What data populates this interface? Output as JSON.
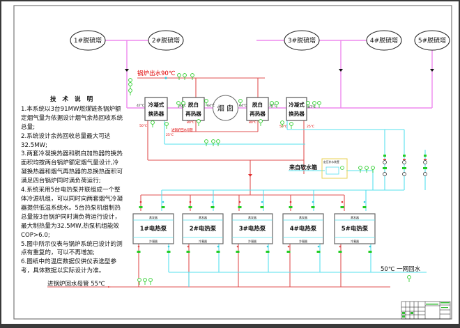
{
  "towers": [
    "1#脱硫塔",
    "2#脱硫塔",
    "3#脱硫塔",
    "4#脱硫塔",
    "5#脱硫塔"
  ],
  "boiler_supply_label": "锅炉出水90℃",
  "boiler_return_label": "进锅炉回水母管  55℃",
  "return_small_label": "进锅炉回水母管",
  "chimney_label": "烟  囱",
  "condensing_exchanger": "冷凝式|换热器",
  "reheater": "脱白|再热器",
  "soft_water_label": "来自软水箱",
  "pressure_device_label": "定压补水装置",
  "primary_return_label": "50℃  一网回水",
  "temps": {
    "flue_in_left": "47℃",
    "flue_mid_left": "30℃",
    "flue_to_chimney_left": "64℃",
    "flue_to_chimney_right": "64℃",
    "flue_mid_right": "30℃",
    "flue_in_right": "47℃",
    "water_out_left": "50℃",
    "water_in_left": "25℃",
    "reheater_left": "80℃",
    "reheater_right": "80℃",
    "water_out_right": "50℃",
    "water_in_right": "25℃"
  },
  "heat_pumps": [
    {
      "label": "1#电热泵",
      "top": "蒸发器",
      "bottom": "冷凝器"
    },
    {
      "label": "2#电热泵",
      "top": "蒸发器",
      "bottom": "冷凝器"
    },
    {
      "label": "3#电热泵",
      "top": "蒸发器",
      "bottom": "冷凝器"
    },
    {
      "label": "4#电热泵",
      "top": "蒸发器",
      "bottom": "冷凝器"
    },
    {
      "label": "5#电热泵",
      "top": "蒸发器",
      "bottom": "冷凝器"
    }
  ],
  "notes": {
    "title": "技 术 说 明",
    "items": [
      "1.本系统以3台91MW燃煤链条锅炉额定烟气量为依据设计烟气余热回收系统总量;",
      "2.系统设计余热回收总量最大可达32.5MW;",
      "3.两套冷凝换热器和脱白加热器的换热面积均按两台锅炉额定烟气量设计,冷凝换热器和烟气再热器的总换热面积可满足四台锅炉同时满负荷运行;",
      "4.系统采用5台电热泵并联组成一个整体冷源机组，可以同时向两套烟气冷凝器提供低温系统水。5台热泵机组制热总量按3台锅炉同时满负荷运行设计，最大制热量为32.5MW,热泵机组能效COP>6.0;",
      "5.图中所示仪表与锅炉系统已设计的测点有重复的，可以不再增加;",
      "6.图纸中的温度数据仅供仪表选型参考，具体数据以实际设计为准。"
    ]
  },
  "colors": {
    "flue": "#ee88ee",
    "hot": "#e05050",
    "cold": "#55e0ee",
    "instrument": "#22cc22",
    "frame": "#555555"
  }
}
